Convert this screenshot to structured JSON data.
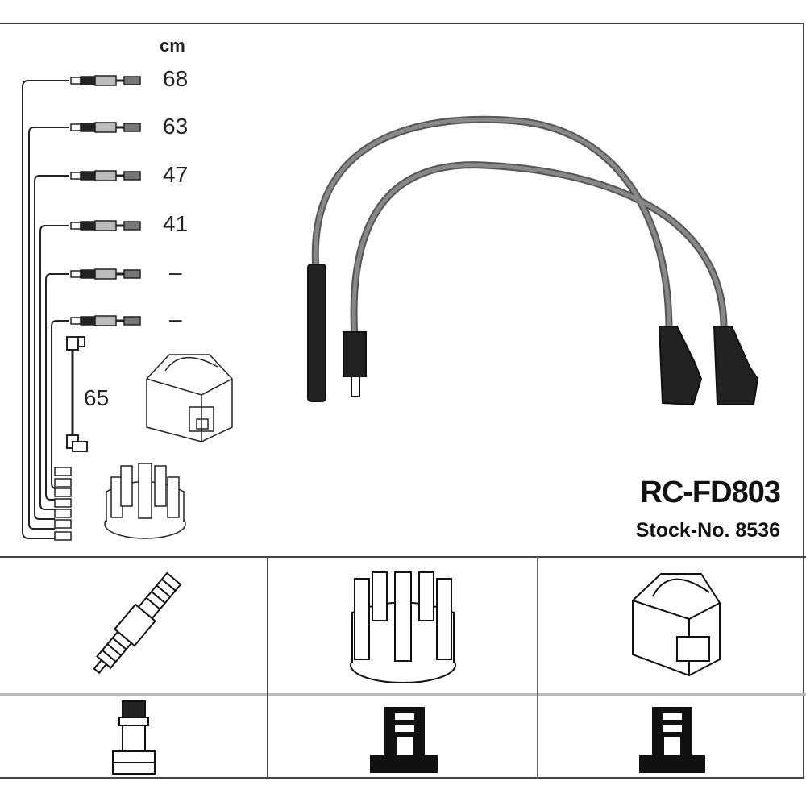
{
  "header": {
    "unit": "cm"
  },
  "cable_lengths": [
    "68",
    "63",
    "47",
    "41",
    "–",
    "–"
  ],
  "coil_cable_length": "65",
  "product": {
    "code": "RC-FD803",
    "stock_label": "Stock-No. 8536"
  },
  "components": [
    "spark-plug",
    "distributor-cap",
    "ignition-coil"
  ],
  "colors": {
    "line": "#222222",
    "cable": "#6a6a6a",
    "border": "#444444"
  }
}
